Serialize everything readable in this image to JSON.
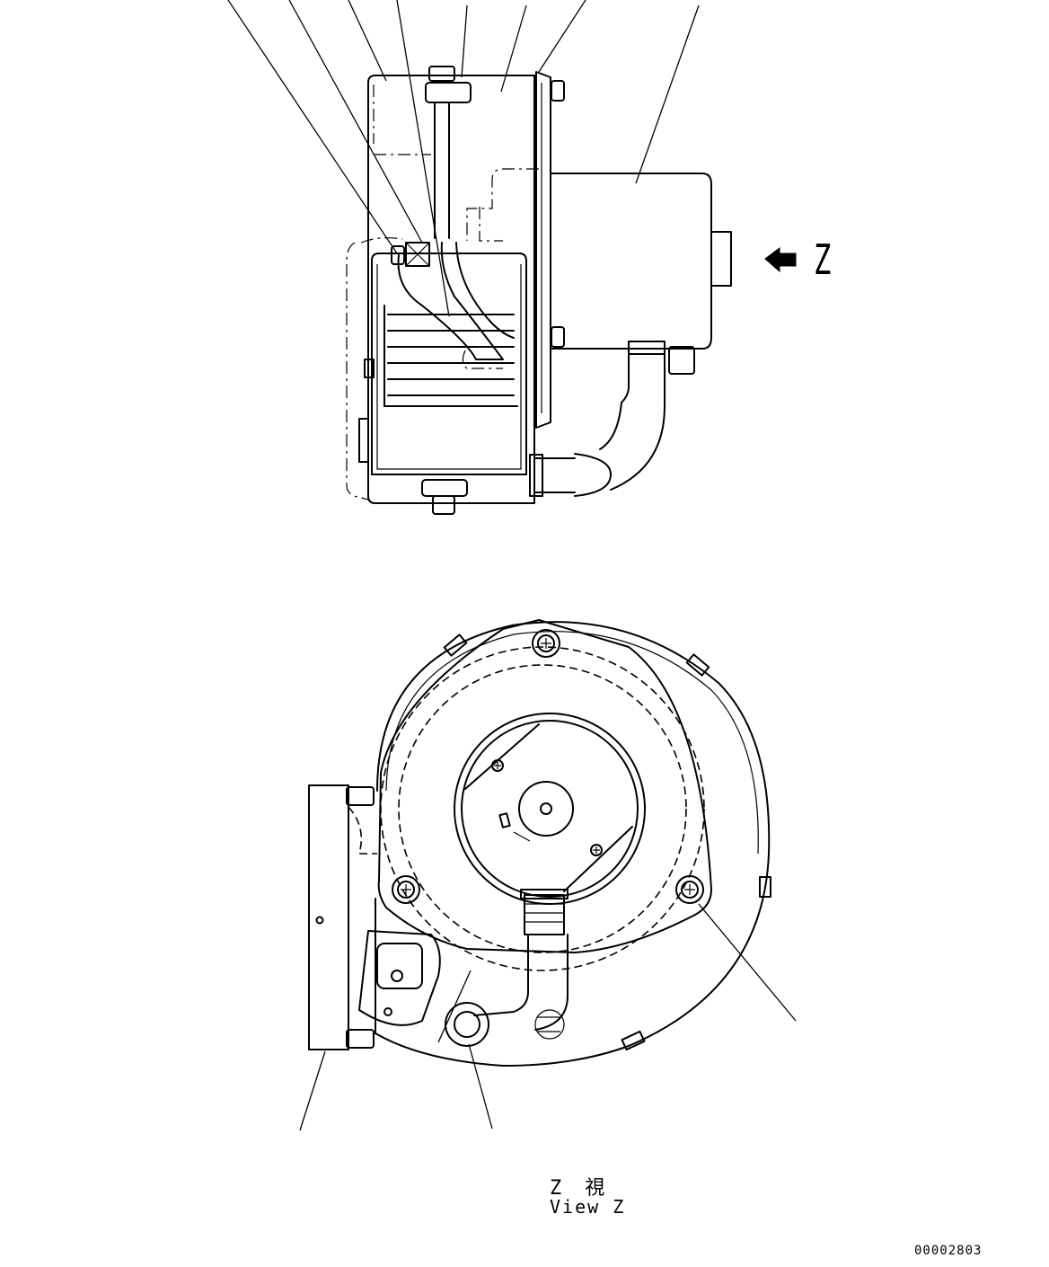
{
  "view_direction": {
    "letter": "Z"
  },
  "view_title": {
    "japanese": "Z　視",
    "english": "View Z"
  },
  "drawing_number": "00002803"
}
